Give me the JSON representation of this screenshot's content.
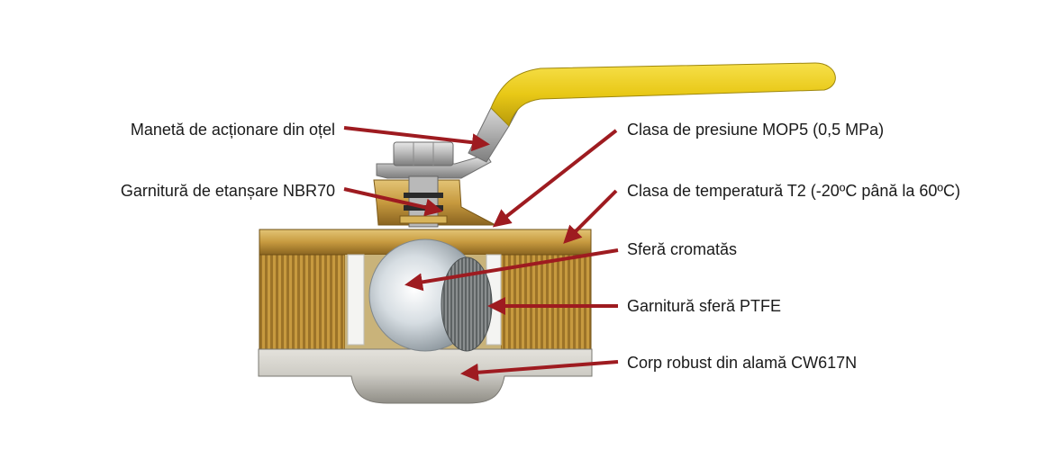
{
  "labels": {
    "handle": "Manetă de acționare din oțel",
    "seal": "Garnitură de etanșare NBR70",
    "pressure": "Clasa de presiune MOP5 (0,5 MPa)",
    "temperature": "Clasa de temperatură T2 (-20ºC până la 60ºC)",
    "sphere": "Sferă cromatăs",
    "ptfe": "Garnitură sferă PTFE",
    "body": "Corp robust din alamă CW617N"
  },
  "colors": {
    "arrow": "#9e1b20",
    "handle_grip": "#f0d31a",
    "brass": "#c9a049",
    "nickel": "#c8c6c0",
    "chrome": "#e6ecef",
    "ptfe": "#f4f4f2"
  }
}
